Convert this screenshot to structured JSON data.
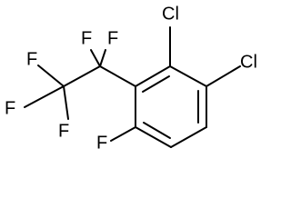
{
  "molecule": {
    "atoms": {
      "f_ring": "F",
      "cl_top": "Cl",
      "cl_right": "Cl",
      "f_cf2_left": "F",
      "f_cf2_right": "F",
      "f_cf3_top": "F",
      "f_cf3_left": "F",
      "f_cf3_bottom": "F"
    }
  }
}
